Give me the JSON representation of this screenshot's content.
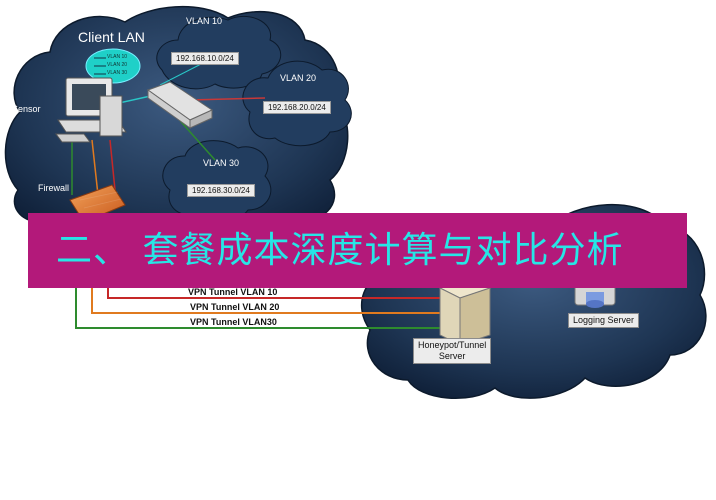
{
  "clouds": {
    "client_lan": "Client LAN",
    "vlan10": "VLAN 10",
    "vlan20": "VLAN 20",
    "vlan30": "VLAN 30"
  },
  "subnets": {
    "vlan10": "192.168.10.0/24",
    "vlan20": "192.168.20.0/24",
    "vlan30": "192.168.30.0/24"
  },
  "sensor_panel": [
    "VLAN 10",
    "VLAN 20",
    "VLAN 30"
  ],
  "nodes": {
    "sensor": "Sensor",
    "firewall": "Firewall",
    "honeypot_line1": "Honeypot/Tunnel",
    "honeypot_line2": "Server",
    "logging": "Logging Server"
  },
  "tunnels": {
    "t10": "VPN Tunnel  VLAN 10",
    "t20": "VPN Tunnel VLAN 20",
    "t30": "VPN Tunnel VLAN30"
  },
  "colors": {
    "banner_bg": "#b3197a",
    "banner_text": "#26e6e6",
    "vlan10_line": "#c62828",
    "vlan20_line": "#e07a1f",
    "vlan30_line": "#2e8b2e",
    "cloud": "#1f3654"
  },
  "banner": {
    "title": "二、 套餐成本深度计算与对比分析"
  }
}
